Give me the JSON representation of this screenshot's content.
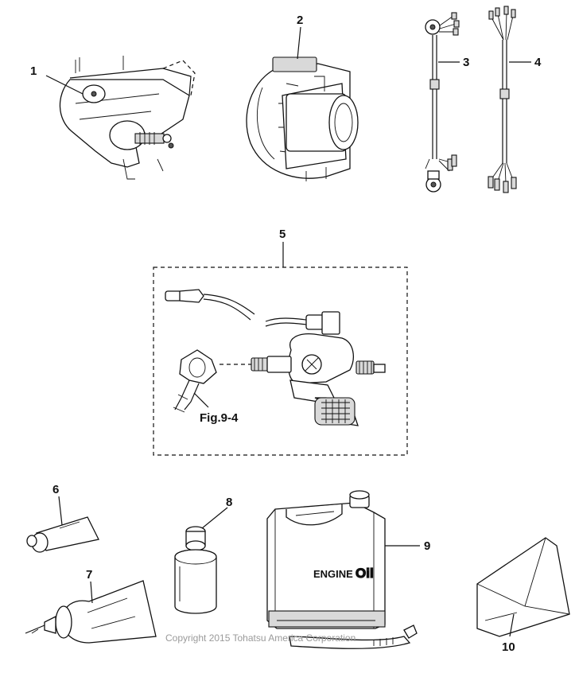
{
  "callouts": {
    "c1": "1",
    "c2": "2",
    "c3": "3",
    "c4": "4",
    "c5": "5",
    "c6": "6",
    "c7": "7",
    "c8": "8",
    "c9": "9",
    "c10": "10"
  },
  "figure_reference": "Fig.9-4",
  "can_label": {
    "engine": "ENGINE",
    "oil": "Oil"
  },
  "copyright": "Copyright 2015 Tohatsu America Corporation"
}
